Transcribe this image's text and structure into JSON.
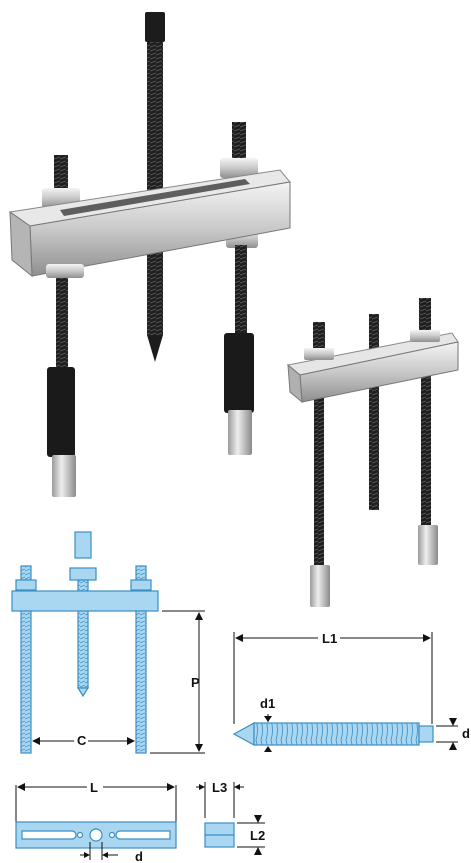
{
  "colors": {
    "diagram_fill": "#a9d6f0",
    "diagram_stroke": "#3a8fc4",
    "metal": "#cfcfcf",
    "rod": "#222222"
  },
  "labels": {
    "P": "P",
    "C": "C",
    "L1": "L1",
    "d1": "d1",
    "d_screw": "d",
    "L": "L",
    "L3": "L3",
    "L2": "L2",
    "d_bar": "d"
  }
}
